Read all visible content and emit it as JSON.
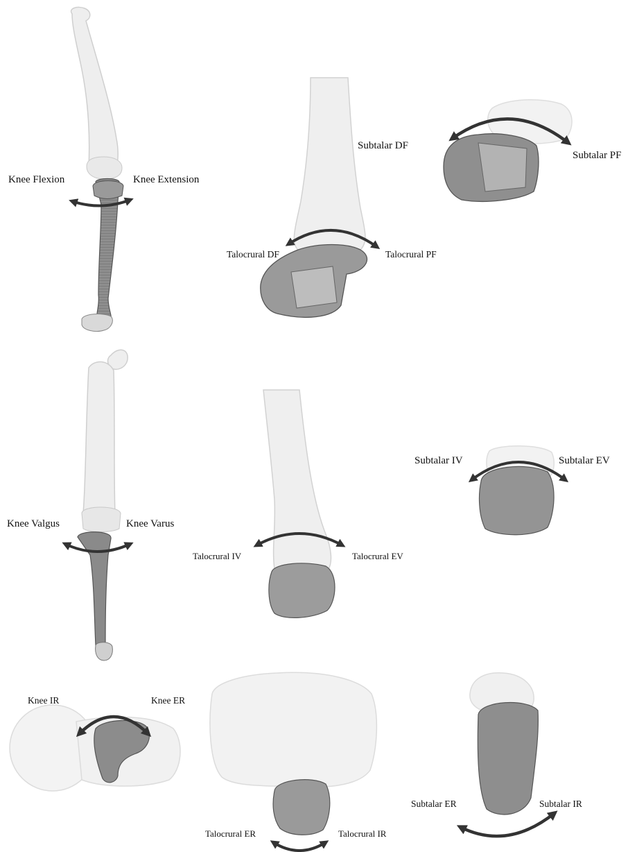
{
  "figure": {
    "motions": [
      {
        "panel": "knee-sagittal",
        "minus_label": "Knee Flexion",
        "plus_label": "Knee Extension"
      },
      {
        "panel": "talocrural-sagittal",
        "minus_label": "Talocrural DF",
        "plus_label": "Talocrural PF"
      },
      {
        "panel": "subtalar-sagittal",
        "minus_label": "Subtalar DF",
        "plus_label": "Subtalar PF"
      },
      {
        "panel": "knee-frontal",
        "minus_label": "Knee Valgus",
        "plus_label": "Knee Varus"
      },
      {
        "panel": "talocrural-frontal",
        "minus_label": "Talocrural IV",
        "plus_label": "Talocrural EV"
      },
      {
        "panel": "subtalar-frontal",
        "minus_label": "Subtalar IV",
        "plus_label": "Subtalar EV"
      },
      {
        "panel": "knee-transverse",
        "minus_label": "Knee IR",
        "plus_label": "Knee ER"
      },
      {
        "panel": "talocrural-transverse",
        "minus_label": "Talocrural ER",
        "plus_label": "Talocrural IR"
      },
      {
        "panel": "subtalar-transverse",
        "minus_label": "Subtalar ER",
        "plus_label": "Subtalar IR"
      }
    ],
    "colors": {
      "light_bone": "#eeeeee",
      "light_bone_edge": "#c8c8c8",
      "dark_bone": "#8a8a8a",
      "dark_bone_edge": "#555555",
      "arrow": "#333333"
    }
  }
}
